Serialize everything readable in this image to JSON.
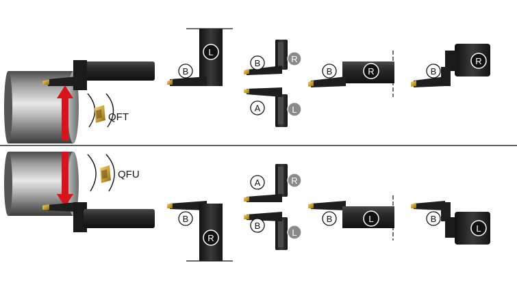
{
  "top_insert_label": "QFT",
  "bottom_insert_label": "QFU",
  "markers": {
    "A": "A",
    "B": "B",
    "L": "L",
    "R": "R"
  },
  "colors": {
    "arrow": "#d6141c",
    "divider": "#2b2b2b",
    "holder": "#1e1e1e",
    "holder_highlight": "#3c3c3c",
    "insert": "#c9a43c",
    "badge_dark_fill": "#111111",
    "badge_gray_fill": "#8a8a8a",
    "badge_outline_fill": "#ffffff"
  }
}
